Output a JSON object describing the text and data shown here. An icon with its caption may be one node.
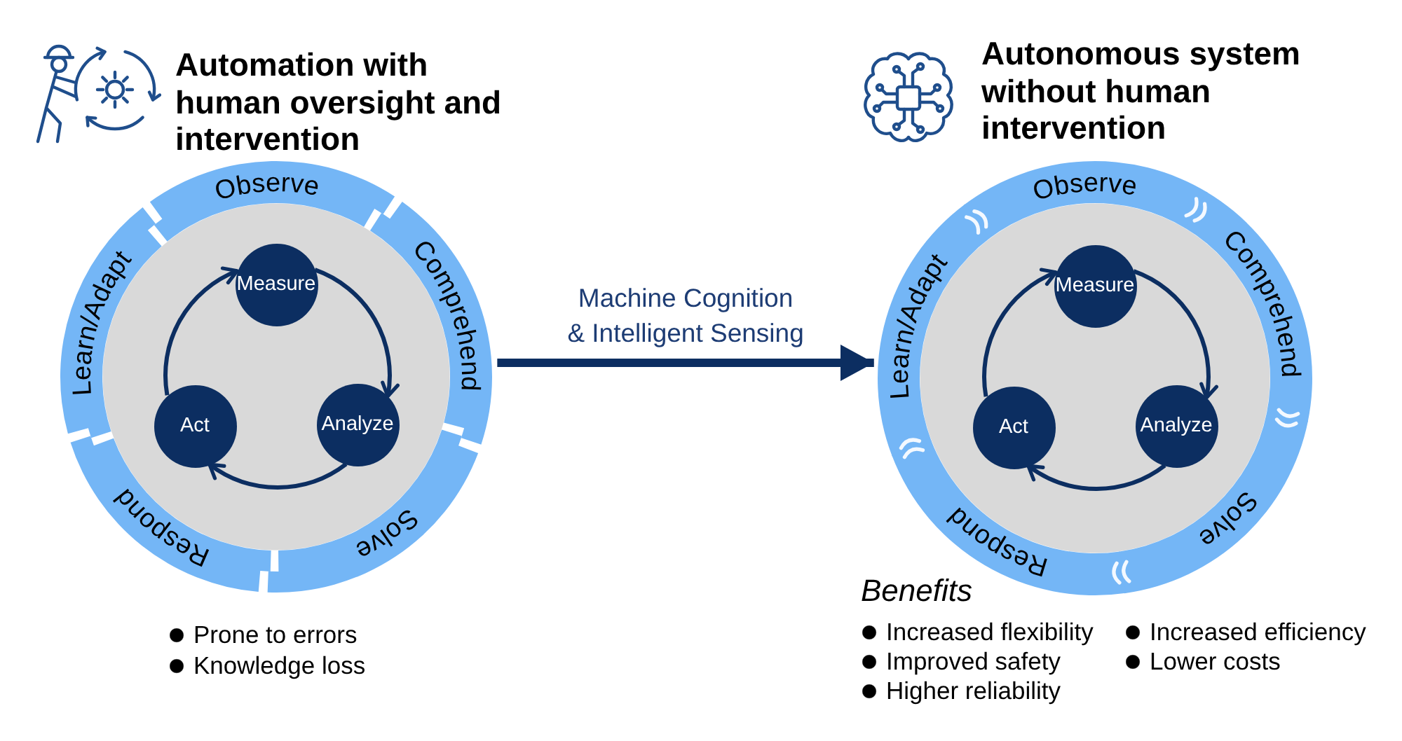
{
  "diagram": {
    "nodes": [
      {
        "text": [
          "Automation with human oversight and intervention"
        ]
      },
      {
        "text": [
          "Observe"
        ],
        "in": 0
      },
      {
        "text": [
          "Comprehend"
        ],
        "in": 0
      },
      {
        "text": [
          "Solve"
        ],
        "in": 0
      },
      {
        "text": [
          "Respond"
        ],
        "in": 0
      },
      {
        "text": [
          "Learn/Adapt"
        ],
        "in": 0
      },
      {
        "text": [
          "Measure"
        ],
        "in": 0
      },
      {
        "text": [
          "Analyze"
        ],
        "in": 0
      },
      {
        "text": [
          "Act"
        ],
        "in": 0
      },
      {
        "text": [
          "Autonomous system without human intervention"
        ]
      },
      {
        "text": [
          "Observe"
        ],
        "in": 9
      },
      {
        "text": [
          "Comprehend"
        ],
        "in": 9
      },
      {
        "text": [
          "Solve"
        ],
        "in": 9
      },
      {
        "text": [
          "Respond"
        ],
        "in": 9
      },
      {
        "text": [
          "Learn/Adapt"
        ],
        "in": 9
      },
      {
        "text": [
          "Measure"
        ],
        "in": 9
      },
      {
        "text": [
          "Analyze"
        ],
        "in": 9
      },
      {
        "text": [
          "Act"
        ],
        "in": 9
      }
    ],
    "edges": [
      {
        "from": 6,
        "to": 7,
        "arrow": "to"
      },
      {
        "from": 7,
        "to": 8,
        "arrow": "to"
      },
      {
        "from": 8,
        "to": 6,
        "arrow": "to"
      },
      {
        "from": 0,
        "to": 9,
        "arrow": "to",
        "label": "Machine Cognition & Intelligent Sensing",
        "style": "thick"
      },
      {
        "from": 15,
        "to": 16,
        "arrow": "to"
      },
      {
        "from": 16,
        "to": 17,
        "arrow": "to"
      },
      {
        "from": 17,
        "to": 15,
        "arrow": "to"
      }
    ],
    "labels": [
      "Prone to errors",
      "Knowledge loss",
      "Benefits",
      "Increased flexibility",
      "Increased efficiency",
      "Improved safety",
      "Lower costs",
      "Higher reliability"
    ]
  }
}
